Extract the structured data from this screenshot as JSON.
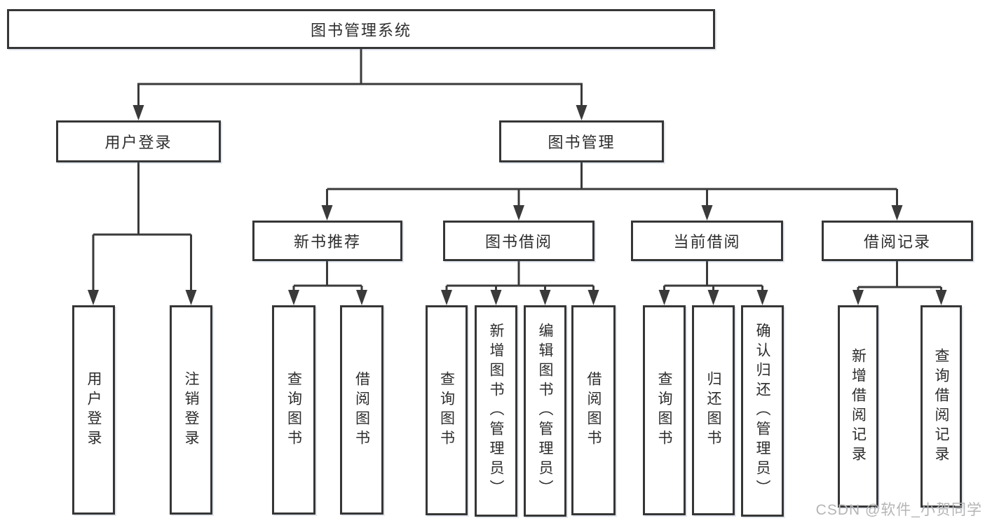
{
  "diagram": {
    "root": {
      "label": "图书管理系统"
    },
    "branches": [
      {
        "label": "用户登录",
        "children": [
          {
            "label": "用户登录"
          },
          {
            "label": "注销登录"
          }
        ]
      },
      {
        "label": "图书管理",
        "sections": [
          {
            "label": "新书推荐",
            "children": [
              {
                "label": "查询图书"
              },
              {
                "label": "借阅图书"
              }
            ]
          },
          {
            "label": "图书借阅",
            "children": [
              {
                "label": "查询图书"
              },
              {
                "label": "新增图书（管理员）"
              },
              {
                "label": "编辑图书（管理员）"
              },
              {
                "label": "借阅图书"
              }
            ]
          },
          {
            "label": "当前借阅",
            "children": [
              {
                "label": "查询图书"
              },
              {
                "label": "归还图书"
              },
              {
                "label": "确认归还（管理员）"
              }
            ]
          },
          {
            "label": "借阅记录",
            "children": [
              {
                "label": "新增借阅记录"
              },
              {
                "label": "查询借阅记录"
              }
            ]
          }
        ]
      }
    ]
  },
  "watermark": {
    "text": "CSDN @软件_小贺同学"
  },
  "colors": {
    "line": "#3a3a3a",
    "box_border": "#363636",
    "text": "#2d2d2d",
    "watermark": "#b5b5b5",
    "background": "#ffffff"
  }
}
